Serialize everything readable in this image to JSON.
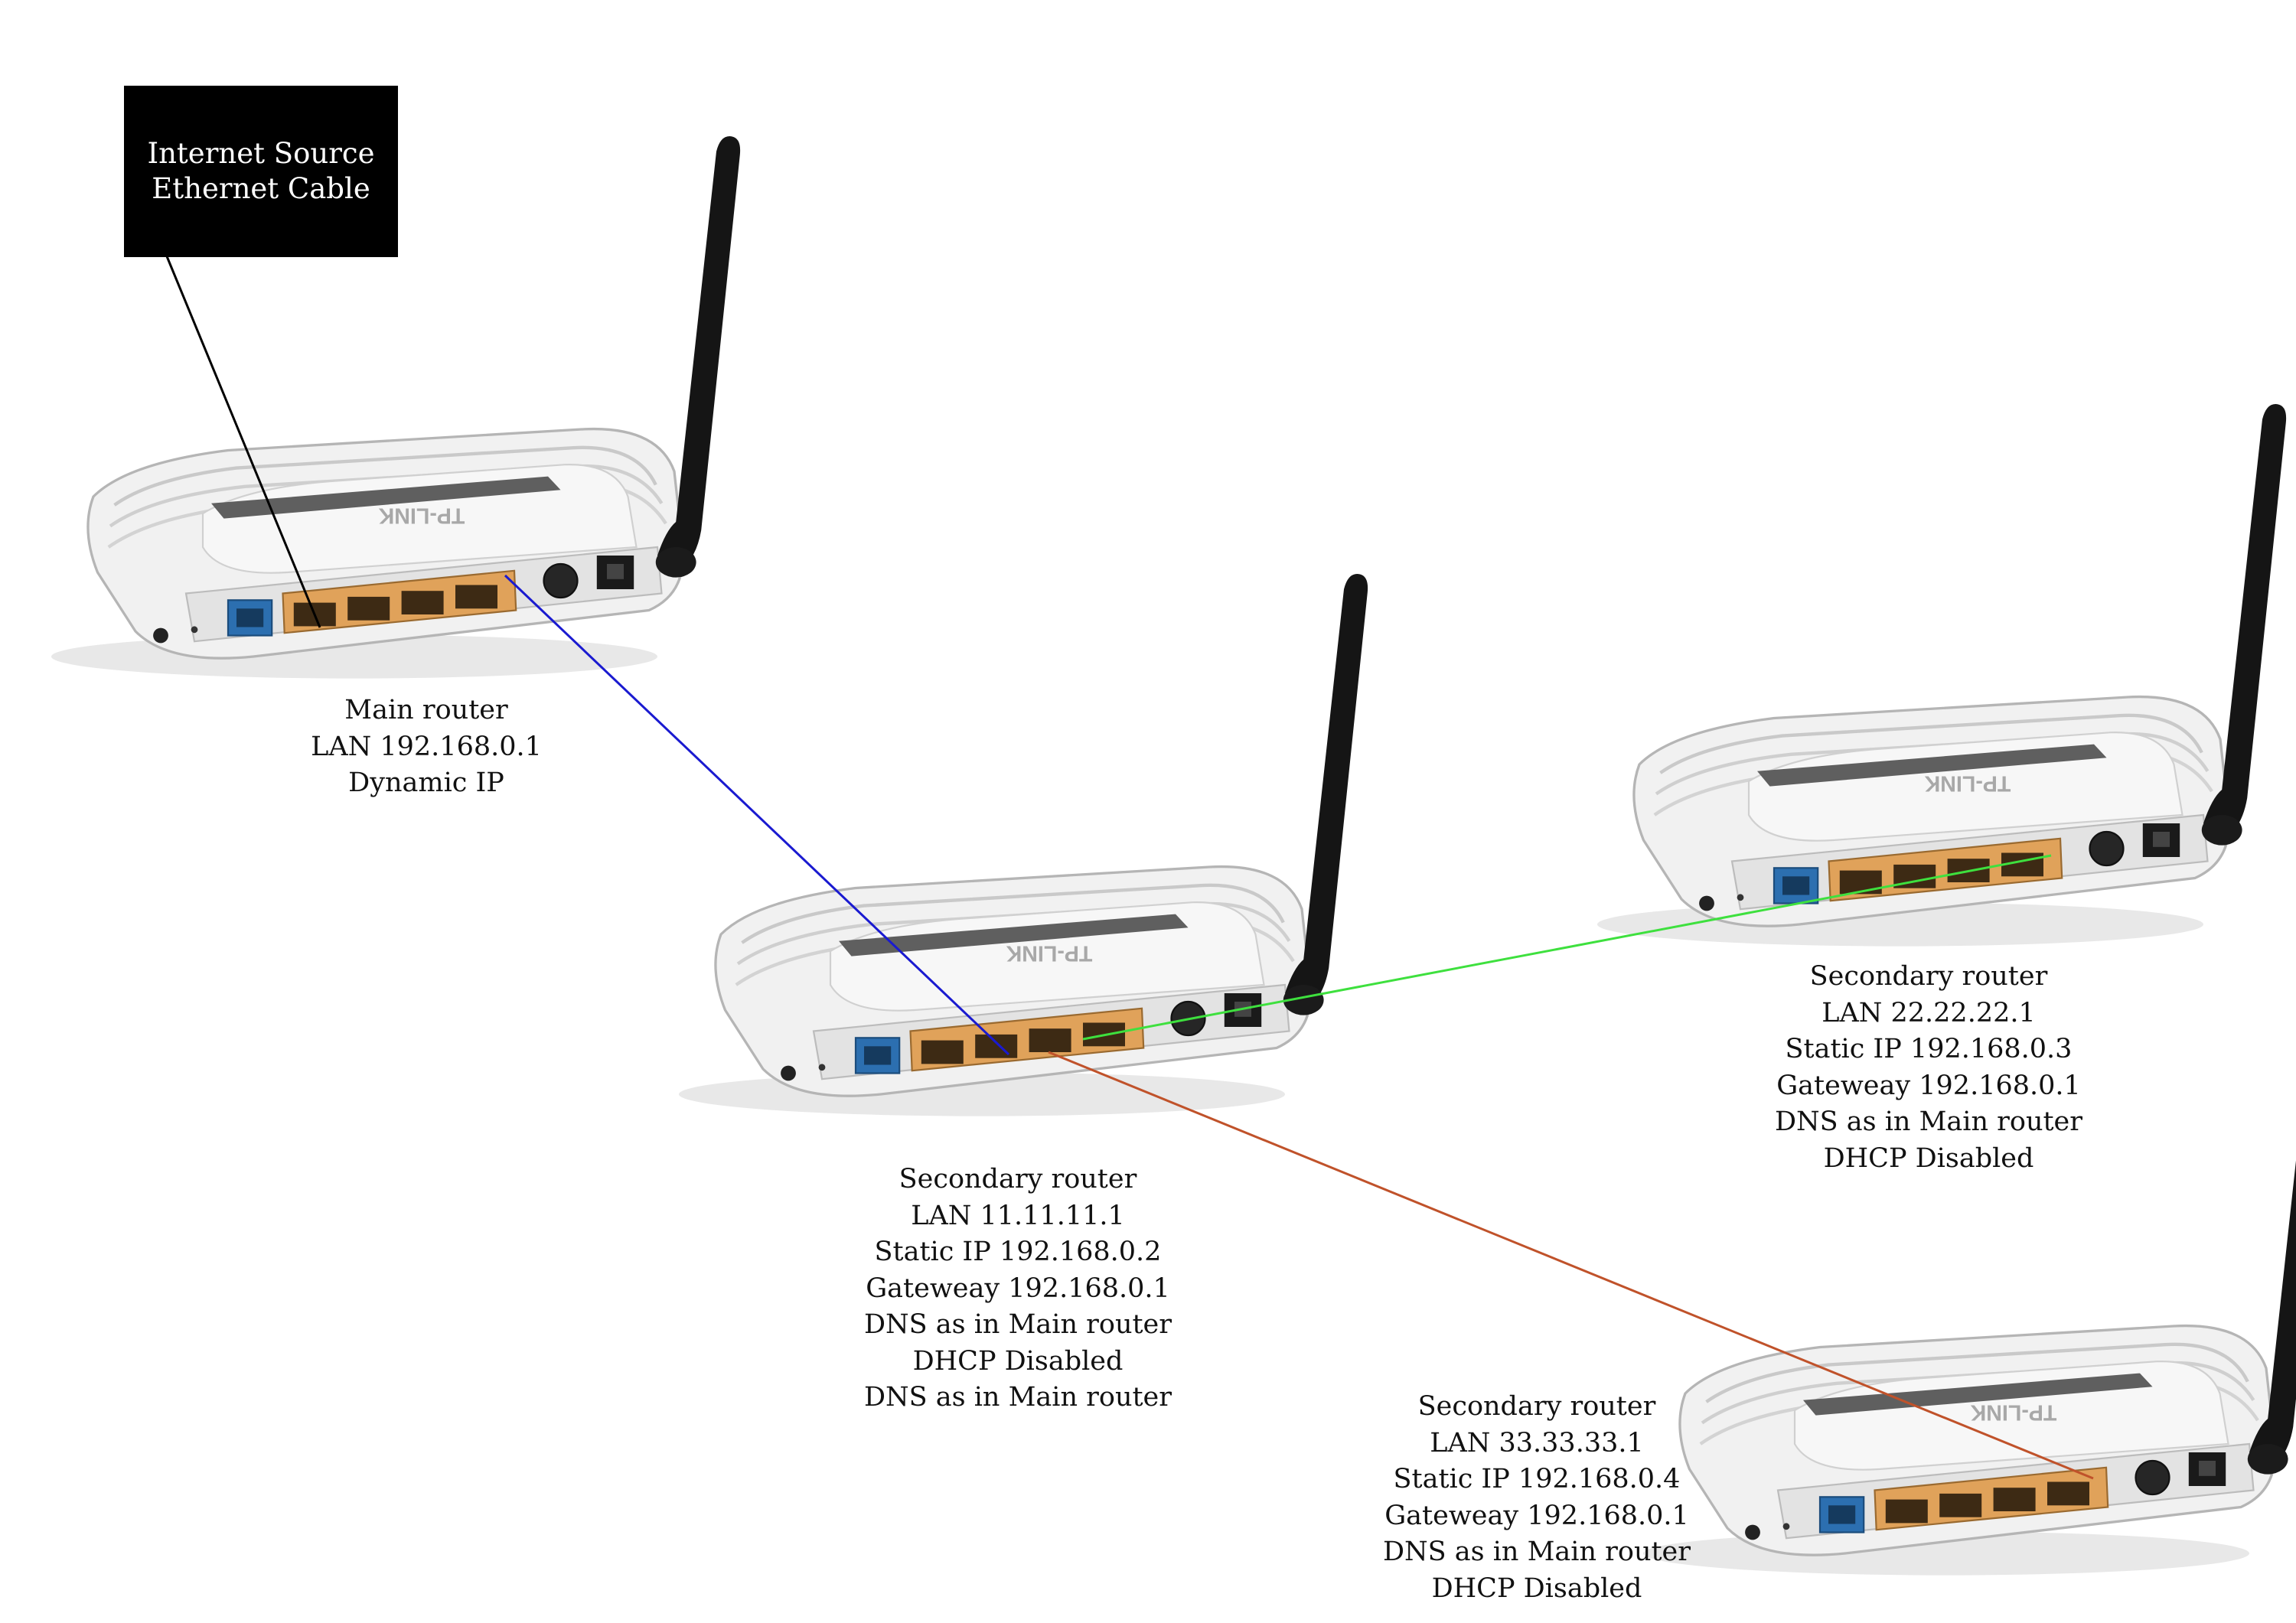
{
  "source": {
    "line1": "Internet Source",
    "line2": "Ethernet Cable"
  },
  "routers": [
    {
      "id": "main",
      "brand": "TP-LINK",
      "lines": [
        "Main router",
        "LAN 192.168.0.1",
        "Dynamic IP"
      ]
    },
    {
      "id": "secondary-1",
      "brand": "TP-LINK",
      "lines": [
        "Secondary router",
        "LAN 11.11.11.1",
        "Static IP 192.168.0.2",
        "Gateweay 192.168.0.1",
        "DNS as in Main router",
        "DHCP Disabled",
        "DNS as in Main router"
      ]
    },
    {
      "id": "secondary-2",
      "brand": "TP-LINK",
      "lines": [
        "Secondary router",
        "LAN 22.22.22.1",
        "Static IP 192.168.0.3",
        "Gateweay 192.168.0.1",
        "DNS as in Main router",
        "DHCP Disabled"
      ]
    },
    {
      "id": "secondary-3",
      "brand": "TP-LINK",
      "lines": [
        "Secondary router",
        "LAN 33.33.33.1",
        "Static IP 192.168.0.4",
        "Gateweay 192.168.0.1",
        "DNS as in Main router",
        "DHCP Disabled"
      ]
    }
  ],
  "connections": [
    {
      "from": "internet-source",
      "to": "main",
      "color": "#000000"
    },
    {
      "from": "main",
      "to": "secondary-1",
      "color": "#1a1ad0"
    },
    {
      "from": "secondary-1",
      "to": "secondary-2",
      "color": "#3ee03e"
    },
    {
      "from": "secondary-1",
      "to": "secondary-3",
      "color": "#c0522a"
    }
  ],
  "colors": {
    "router_body": "#ececec",
    "router_outline": "#bdbdbd",
    "lan_port": "#e0a25a",
    "wan_port": "#2c6fb0",
    "antenna": "#151515"
  }
}
